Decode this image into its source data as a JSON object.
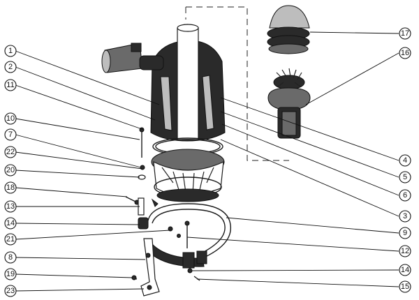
{
  "callouts": [
    {
      "id": "c1",
      "label": "1"
    },
    {
      "id": "c2",
      "label": "2"
    },
    {
      "id": "c11",
      "label": "11"
    },
    {
      "id": "c10",
      "label": "10"
    },
    {
      "id": "c7",
      "label": "7"
    },
    {
      "id": "c22",
      "label": "22"
    },
    {
      "id": "c20",
      "label": "20"
    },
    {
      "id": "c18",
      "label": "18"
    },
    {
      "id": "c13",
      "label": "13"
    },
    {
      "id": "c14a",
      "label": "14"
    },
    {
      "id": "c21",
      "label": "21"
    },
    {
      "id": "c8",
      "label": "8"
    },
    {
      "id": "c19",
      "label": "19"
    },
    {
      "id": "c23",
      "label": "23"
    },
    {
      "id": "c17",
      "label": "17"
    },
    {
      "id": "c16",
      "label": "16"
    },
    {
      "id": "c4",
      "label": "4"
    },
    {
      "id": "c5",
      "label": "5"
    },
    {
      "id": "c6",
      "label": "6"
    },
    {
      "id": "c3",
      "label": "3"
    },
    {
      "id": "c9",
      "label": "9"
    },
    {
      "id": "c12",
      "label": "12"
    },
    {
      "id": "c14b",
      "label": "14"
    },
    {
      "id": "c15",
      "label": "15"
    }
  ]
}
